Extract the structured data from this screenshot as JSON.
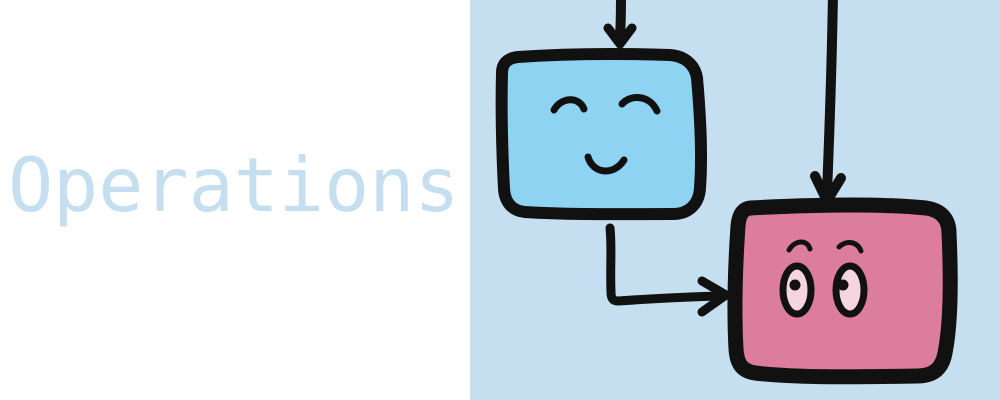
{
  "title": "Operations",
  "colors": {
    "panel_background": "#c5dff0",
    "title_text": "#c5dff0",
    "blue_block": "#8fd3f3",
    "pink_block": "#dd7d9d",
    "ink": "#111111"
  },
  "diagram": {
    "nodes": [
      {
        "name": "blue-smiling-block",
        "expression": "smiling"
      },
      {
        "name": "pink-surprised-block",
        "expression": "surprised"
      }
    ],
    "connections": [
      {
        "from": "top-edge",
        "to": "blue-smiling-block"
      },
      {
        "from": "top-edge",
        "to": "pink-surprised-block"
      },
      {
        "from": "blue-smiling-block",
        "to": "pink-surprised-block"
      }
    ]
  }
}
